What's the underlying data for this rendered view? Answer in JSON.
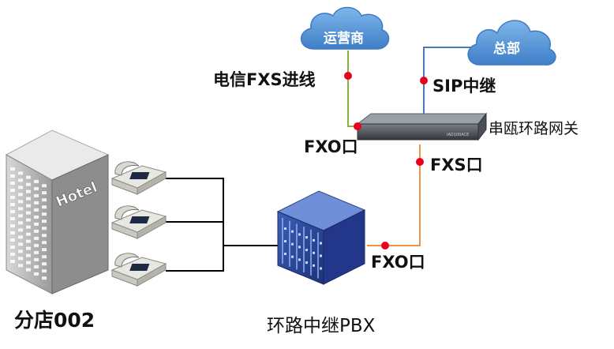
{
  "clouds": {
    "operator": "运营商",
    "headquarters": "总部"
  },
  "links": {
    "telecom_fxs_in": "电信FXS进线",
    "sip_trunk": "SIP中继",
    "gateway_fxo": "FXO口",
    "gateway_fxs": "FXS口",
    "pbx_fxo": "FXO口"
  },
  "devices": {
    "gateway_name": "串瓯环路网关",
    "gateway_model_text": "IAD100ACE",
    "pbx_name": "环路中继PBX",
    "hotel_sign": "Hotel",
    "branch_name": "分店002"
  },
  "colors": {
    "cloud": "#4f8fd6",
    "green_line": "#7db443",
    "blue_line": "#4a78bf",
    "orange_line": "#f0924a",
    "port_dot": "#e8001c",
    "black_line": "#000000"
  }
}
